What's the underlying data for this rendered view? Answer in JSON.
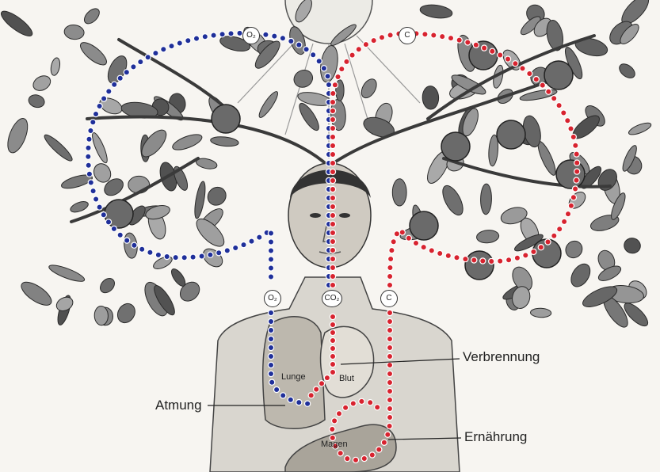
{
  "colors": {
    "oxygen": "#1f2f9a",
    "carbon": "#d8232f",
    "ink": "#2b2b2b",
    "paper": "#f7f5f1"
  },
  "tree_labels": {
    "o2_top": "O₂",
    "c_top": "C"
  },
  "body_labels": {
    "o2": "O₂",
    "co2": "CO₂",
    "c": "C"
  },
  "organ_labels": {
    "lunge": "Lunge",
    "blut": "Blut",
    "magen": "Magen"
  },
  "process_labels": {
    "atmung": "Atmung",
    "verbrennung": "Verbrennung",
    "ernaehrung": "Ernährung"
  }
}
